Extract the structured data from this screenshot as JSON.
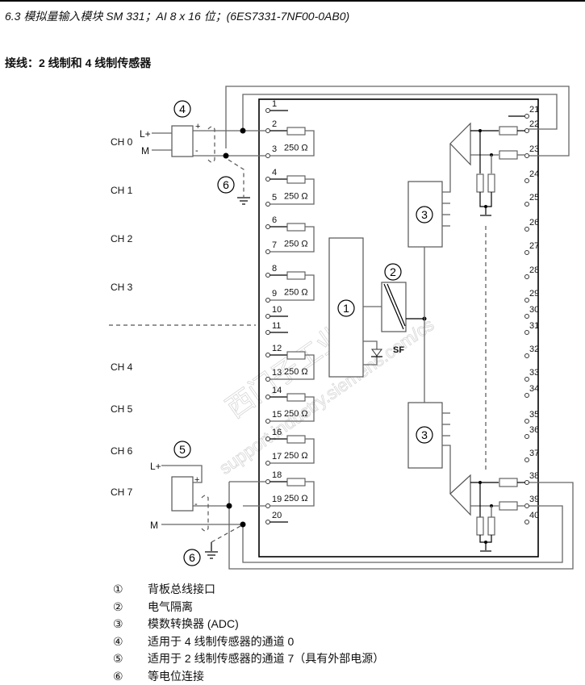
{
  "header": {
    "section_title": "6.3 模拟量输入模块 SM 331；AI 8 x 16 位；(6ES7331-7NF00-0AB0)",
    "subtitle": "接线：2 线制和 4 线制传感器"
  },
  "diagram": {
    "channels": [
      "CH 0",
      "CH 1",
      "CH 2",
      "CH 3",
      "CH 4",
      "CH 5",
      "CH 6",
      "CH 7"
    ],
    "left_terminals": [
      "1",
      "2",
      "3",
      "4",
      "5",
      "6",
      "7",
      "8",
      "9",
      "10",
      "11",
      "12",
      "13",
      "14",
      "15",
      "16",
      "17",
      "18",
      "19",
      "20"
    ],
    "right_terminals": [
      "21",
      "22",
      "23",
      "24",
      "25",
      "26",
      "27",
      "28",
      "29",
      "30",
      "31",
      "32",
      "33",
      "34",
      "35",
      "36",
      "37",
      "38",
      "39",
      "40"
    ],
    "resistor_label": "250 Ω",
    "signal_labels": {
      "lplus": "L+",
      "m": "M",
      "plus": "+",
      "minus": "-",
      "sf": "SF"
    },
    "callouts": [
      "①",
      "②",
      "③",
      "④",
      "⑤",
      "⑥"
    ],
    "watermark": [
      "西门子工业",
      "support.industry.siemens.com/cs"
    ]
  },
  "legend": [
    {
      "num": "①",
      "text": "背板总线接口"
    },
    {
      "num": "②",
      "text": "电气隔离"
    },
    {
      "num": "③",
      "text": "模数转换器 (ADC)"
    },
    {
      "num": "④",
      "text": "适用于 4 线制传感器的通道 0"
    },
    {
      "num": "⑤",
      "text": "适用于 2 线制传感器的通道 7（具有外部电源）"
    },
    {
      "num": "⑥",
      "text": "等电位连接"
    }
  ]
}
